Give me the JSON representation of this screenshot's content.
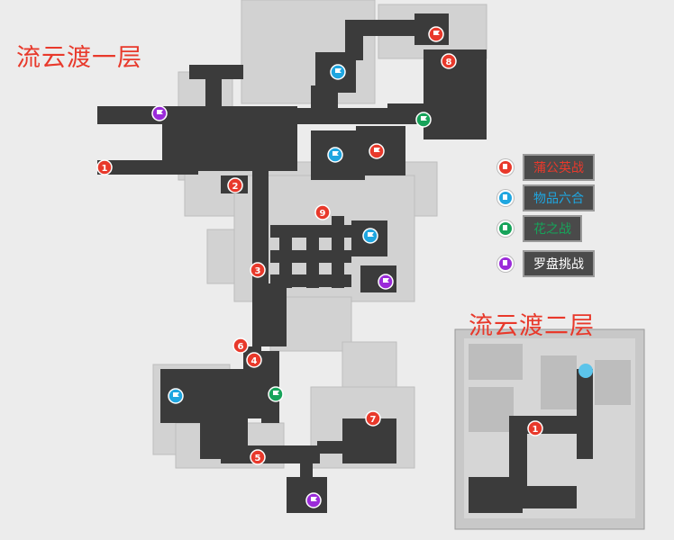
{
  "titles": {
    "floor1": "流云渡一层",
    "floor2": "流云渡二层"
  },
  "colors": {
    "red": "#e8392b",
    "blue": "#1fa6e0",
    "green": "#17a35a",
    "purple": "#9b2bd9",
    "path": "#3b3b3b",
    "light_area": "#cfcfcf",
    "background": "#ececec"
  },
  "legend": [
    {
      "icon": "red-flag-icon",
      "color": "#e8392b",
      "label": "蒲公英战"
    },
    {
      "icon": "blue-flag-icon",
      "color": "#1fa6e0",
      "label": "物品六合"
    },
    {
      "icon": "green-flag-icon",
      "color": "#17a35a",
      "label": "花之战"
    },
    {
      "icon": "purple-flag-icon",
      "color": "#9b2bd9",
      "label": "罗盘挑战"
    }
  ],
  "numbered_markers": {
    "floor1": [
      "1",
      "2",
      "3",
      "4",
      "5",
      "6",
      "7",
      "8",
      "9"
    ],
    "floor2": [
      "1"
    ]
  },
  "flag_markers": {
    "floor1": [
      {
        "type": "red"
      },
      {
        "type": "red"
      },
      {
        "type": "blue"
      },
      {
        "type": "blue"
      },
      {
        "type": "blue"
      },
      {
        "type": "blue"
      },
      {
        "type": "green"
      },
      {
        "type": "green"
      },
      {
        "type": "purple"
      },
      {
        "type": "purple"
      },
      {
        "type": "purple"
      }
    ]
  }
}
